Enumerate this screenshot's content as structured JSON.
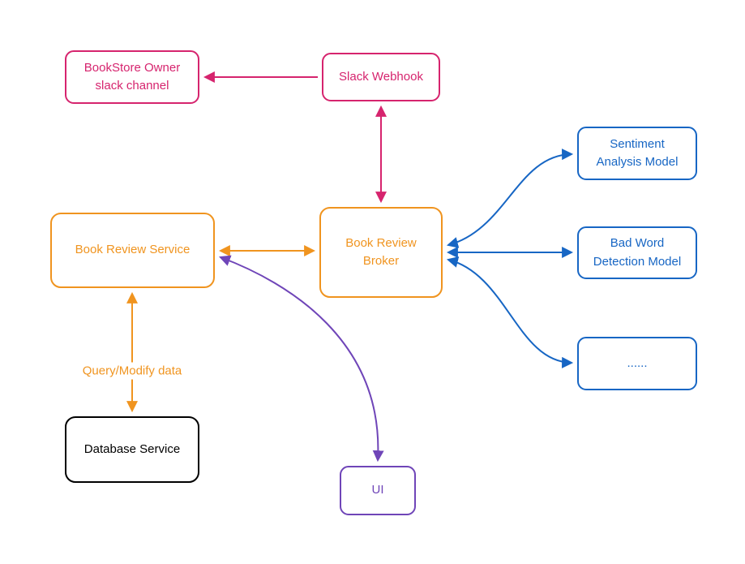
{
  "diagram": {
    "nodes": {
      "bookstore_owner": {
        "label": "BookStore Owner\nslack channel",
        "color": "#d6246e"
      },
      "slack_webhook": {
        "label": "Slack Webhook",
        "color": "#d6246e"
      },
      "book_review_service": {
        "label": "Book Review Service",
        "color": "#f0941f"
      },
      "book_review_broker": {
        "label": "Book Review\nBroker",
        "color": "#f0941f"
      },
      "sentiment_model": {
        "label": "Sentiment\nAnalysis Model",
        "color": "#1766c4"
      },
      "bad_word_model": {
        "label": "Bad Word\nDetection Model",
        "color": "#1766c4"
      },
      "more_models": {
        "label": "......",
        "color": "#1766c4"
      },
      "database_service": {
        "label": "Database Service",
        "color": "#000000"
      },
      "ui": {
        "label": "UI",
        "color": "#6f45b8"
      }
    },
    "edge_labels": {
      "query_modify": "Query/Modify data"
    },
    "colors": {
      "pink": "#d6246e",
      "orange": "#f0941f",
      "blue": "#1766c4",
      "purple": "#6f45b8",
      "black": "#000000",
      "background": "#ffffff"
    }
  }
}
